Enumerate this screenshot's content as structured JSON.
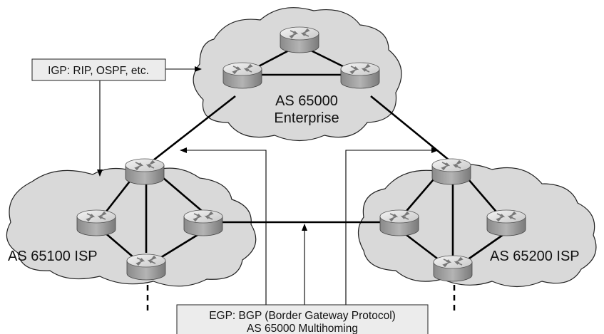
{
  "igp_callout": {
    "text": "IGP: RIP, OSPF, etc."
  },
  "egp_callout": {
    "line1": "EGP: BGP (Border Gateway Protocol)",
    "line2": "AS 65000 Multihoming"
  },
  "clouds": {
    "enterprise": {
      "line1": "AS 65000",
      "line2": "Enterprise"
    },
    "isp_left": {
      "label": "AS 65100 ISP"
    },
    "isp_right": {
      "label": "AS 65200 ISP"
    }
  },
  "icons": {
    "router": "router-icon",
    "arrow": "arrow-icon"
  },
  "colors": {
    "cloud_fill": "#d9d9d9",
    "router_body": "#9e9e9e",
    "router_top": "#e6e6e6",
    "callout_fill": "#ececec"
  }
}
